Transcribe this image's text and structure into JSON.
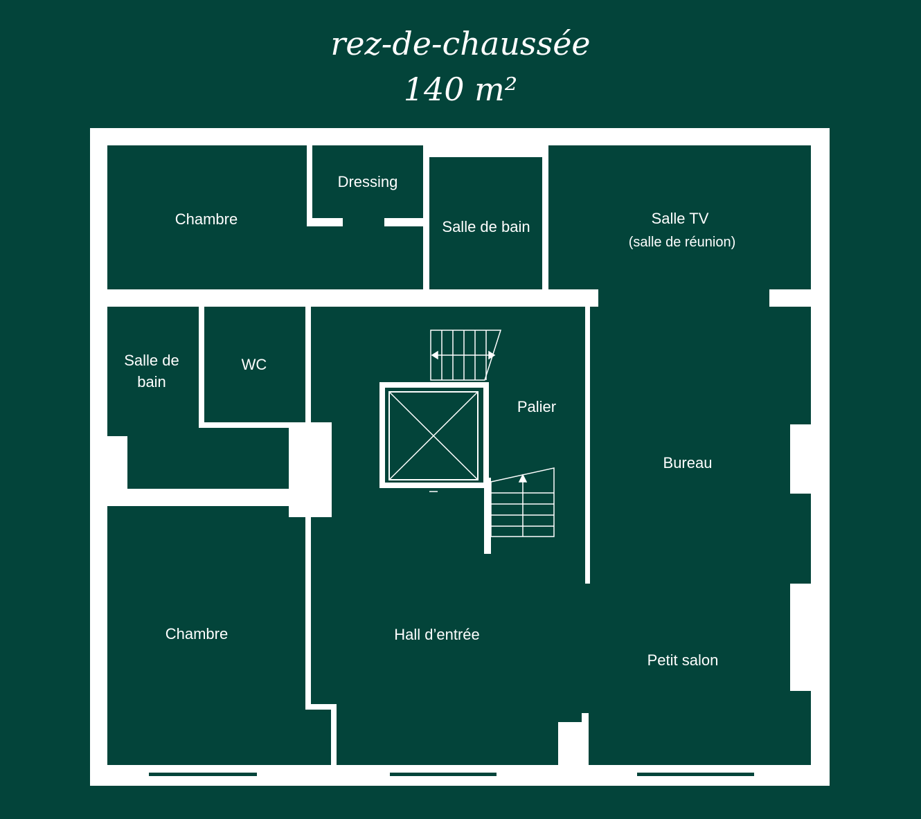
{
  "title": "rez-de-chaussée",
  "area": "140 m²",
  "colors": {
    "background": "#03443a",
    "walls": "#ffffff",
    "text": "#ffffff"
  },
  "rooms": {
    "chambre_top": "Chambre",
    "dressing": "Dressing",
    "salle_de_bain_top": "Salle de bain",
    "salle_tv": "Salle TV",
    "salle_tv_sub": "(salle de réunion)",
    "salle_de_bain_left_1": "Salle de",
    "salle_de_bain_left_2": "bain",
    "wc": "WC",
    "palier": "Palier",
    "bureau": "Bureau",
    "chambre_bottom": "Chambre",
    "hall": "Hall d’entrée",
    "petit_salon": "Petit salon"
  }
}
